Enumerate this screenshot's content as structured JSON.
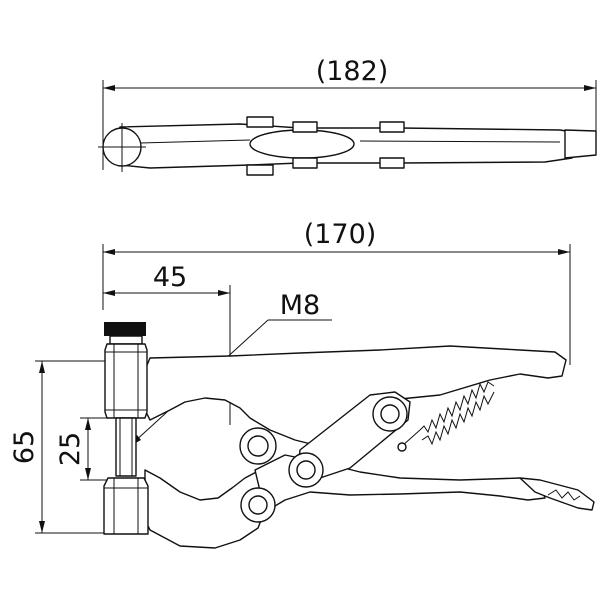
{
  "dimensions": {
    "top_overall": "(182)",
    "side_overall": "(170)",
    "jaw_reach": "45",
    "thread": "M8",
    "height_total": "65",
    "height_jaw": "25"
  }
}
